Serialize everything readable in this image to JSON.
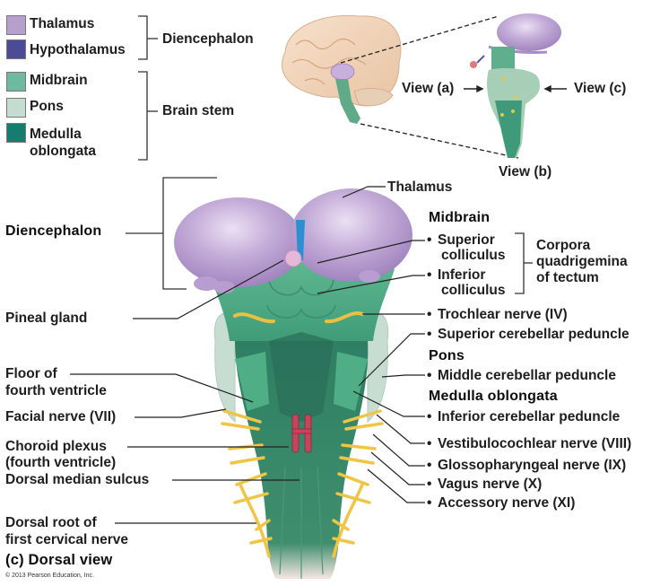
{
  "legend": {
    "items": [
      {
        "label": "Thalamus",
        "color": "#b69fcd"
      },
      {
        "label": "Hypothalamus",
        "color": "#4c4c96"
      },
      {
        "label": "Midbrain",
        "color": "#6fb9a0"
      },
      {
        "label": "Pons",
        "color": "#c4ddd0"
      },
      {
        "label": "Medulla",
        "label2": "oblongata",
        "color": "#167c6e"
      }
    ],
    "groups": [
      {
        "label": "Diencephalon"
      },
      {
        "label": "Brain stem"
      }
    ]
  },
  "inset": {
    "view_a": "View (a)",
    "view_b": "View (b)",
    "view_c": "View (c)"
  },
  "left_labels": {
    "diencephalon": "Diencephalon",
    "pineal_gland": "Pineal gland",
    "floor_fourth_1": "Floor of",
    "floor_fourth_2": "fourth ventricle",
    "facial_nerve": "Facial nerve (VII)",
    "choroid_1": "Choroid plexus",
    "choroid_2": "(fourth ventricle)",
    "dorsal_median_sulcus": "Dorsal median sulcus",
    "dorsal_root_1": "Dorsal root of",
    "dorsal_root_2": "first cervical nerve"
  },
  "right_labels": {
    "thalamus": "Thalamus",
    "midbrain_header": "Midbrain",
    "superior_colliculus_1": "Superior",
    "superior_colliculus_2": "colliculus",
    "inferior_colliculus_1": "Inferior",
    "inferior_colliculus_2": "colliculus",
    "corpora_1": "Corpora",
    "corpora_2": "quadrigemina",
    "corpora_3": "of tectum",
    "trochlear": "Trochlear nerve (IV)",
    "superior_peduncle": "Superior cerebellar peduncle",
    "pons_header": "Pons",
    "middle_peduncle": "Middle cerebellar peduncle",
    "medulla_header": "Medulla oblongata",
    "inferior_peduncle": "Inferior cerebellar peduncle",
    "vestibulocochlear": "Vestibulocochlear nerve (VIII)",
    "glossopharyngeal": "Glossopharyngeal nerve (IX)",
    "vagus": "Vagus nerve (X)",
    "accessory": "Accessory nerve (XI)"
  },
  "bullet": "•",
  "caption": "(c) Dorsal view",
  "copyright": "© 2013 Pearson Education, Inc."
}
